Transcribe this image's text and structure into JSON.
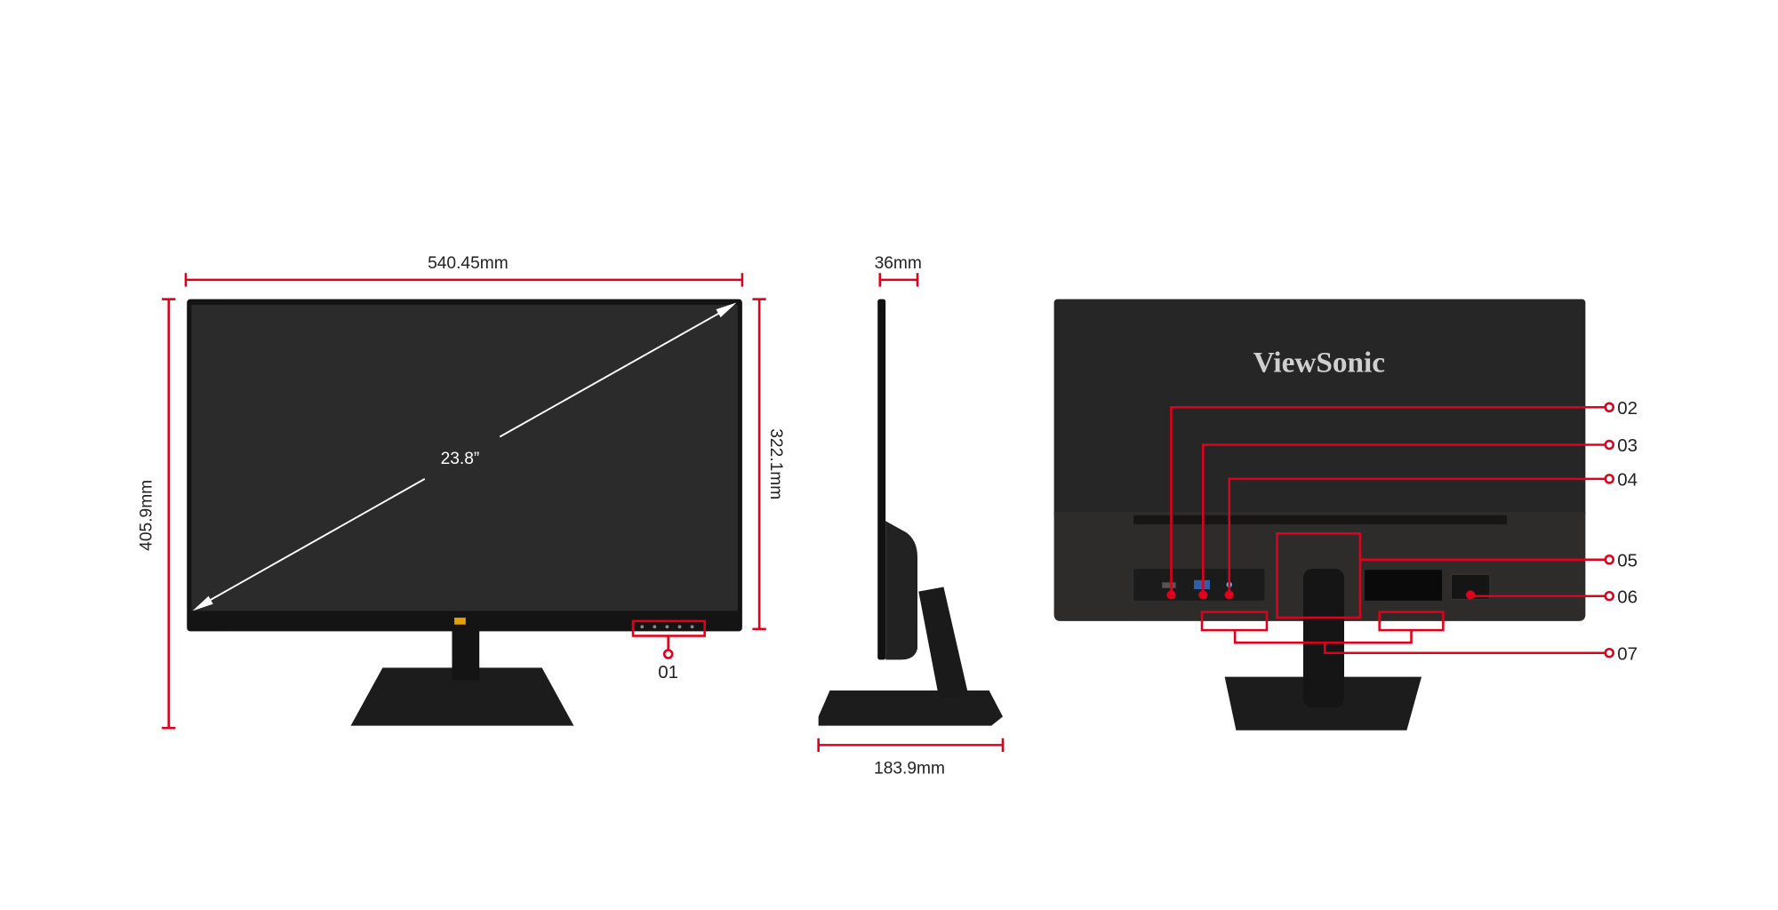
{
  "front_view": {
    "width_label": "540.45mm",
    "total_height_label": "405.9mm",
    "panel_height_label": "322.1mm",
    "diagonal_label": "23.8”",
    "callout_01": "01"
  },
  "side_view": {
    "depth_panel_label": "36mm",
    "base_depth_label": "183.9mm"
  },
  "back_view": {
    "brand": "ViewSonic",
    "callouts": [
      "02",
      "03",
      "04",
      "05",
      "06",
      "07"
    ]
  },
  "colors": {
    "accent": "#e0001b",
    "body": "#262626",
    "screen": "#2b2b2b"
  }
}
